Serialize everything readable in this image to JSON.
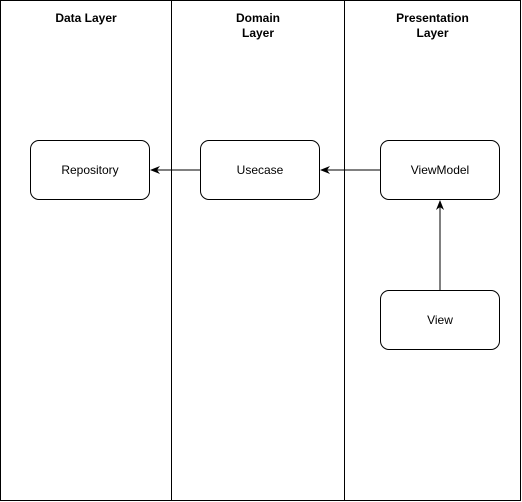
{
  "lanes": [
    {
      "title_lines": [
        "Data Layer"
      ]
    },
    {
      "title_lines": [
        "Domain",
        "Layer"
      ]
    },
    {
      "title_lines": [
        "Presentation",
        "Layer"
      ]
    }
  ],
  "nodes": {
    "repository": "Repository",
    "usecase": "Usecase",
    "viewmodel": "ViewModel",
    "view": "View"
  },
  "edges": [
    {
      "from": "usecase",
      "to": "repository"
    },
    {
      "from": "viewmodel",
      "to": "usecase"
    },
    {
      "from": "view",
      "to": "viewmodel"
    }
  ]
}
